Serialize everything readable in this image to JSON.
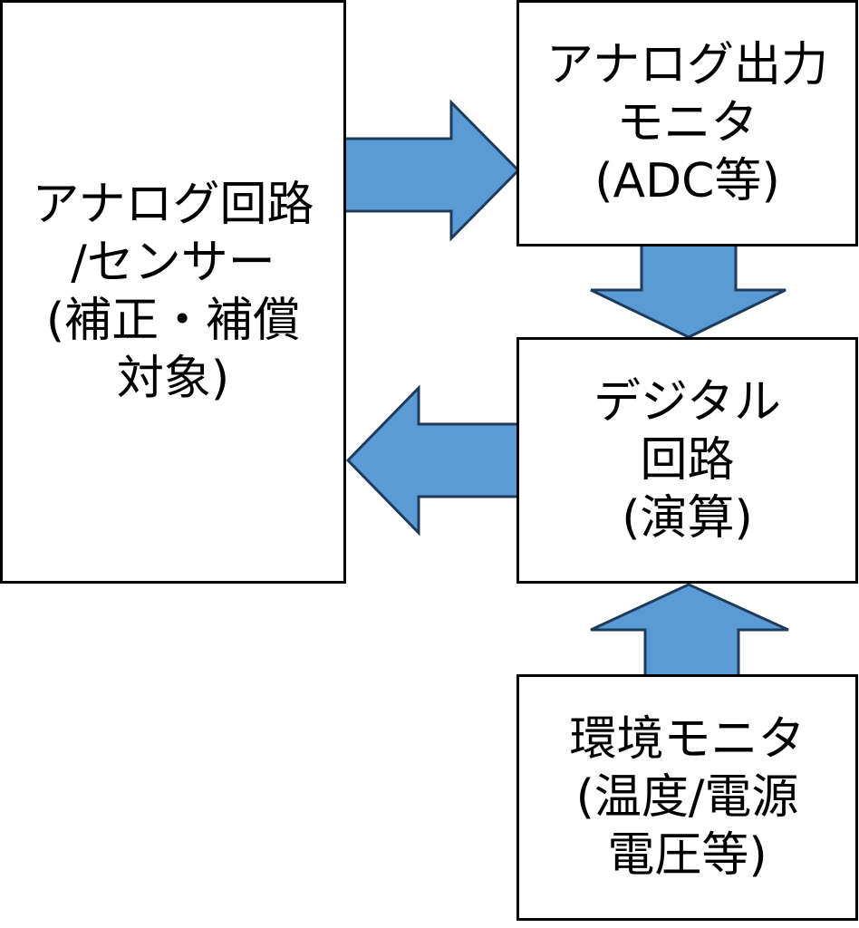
{
  "colors": {
    "arrow_fill": "#5b9bd5",
    "arrow_stroke": "#1f3b5c",
    "box_border": "#000000"
  },
  "boxes": {
    "analog_circuit": {
      "lines": [
        "アナログ回路",
        "/センサー",
        "(補正・補償",
        "対象)"
      ]
    },
    "analog_monitor": {
      "lines": [
        "アナログ出力",
        "モニタ",
        "(ADC等)"
      ]
    },
    "digital_circuit": {
      "lines": [
        "デジタル",
        "回路",
        "(演算)"
      ]
    },
    "env_monitor": {
      "lines": [
        "環境モニタ",
        "(温度/電源",
        "電圧等)"
      ]
    }
  },
  "arrows": [
    {
      "from": "analog_circuit",
      "to": "analog_monitor",
      "direction": "right"
    },
    {
      "from": "analog_monitor",
      "to": "digital_circuit",
      "direction": "down"
    },
    {
      "from": "digital_circuit",
      "to": "analog_circuit",
      "direction": "left"
    },
    {
      "from": "env_monitor",
      "to": "digital_circuit",
      "direction": "up"
    }
  ]
}
